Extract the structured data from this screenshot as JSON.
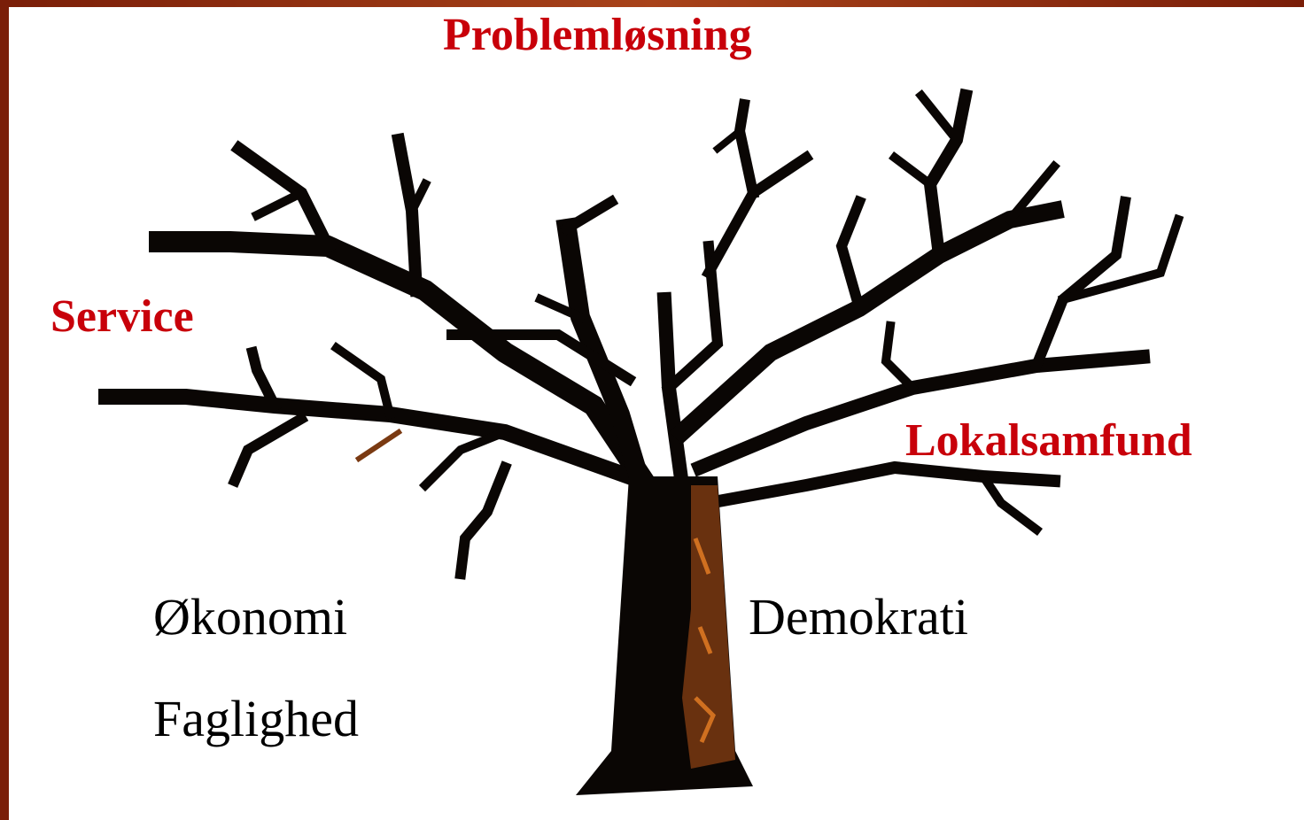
{
  "labels": {
    "top": "Problemløsning",
    "left_red": "Service",
    "right_red": "Lokalsamfund",
    "left_1": "Økonomi",
    "left_2": "Faglighed",
    "right_1": "Demokrati"
  },
  "colors": {
    "frame": "#8a2a0a",
    "background": "#ffffff",
    "red_label": "#c8000a",
    "tree": "#0a0604",
    "bark": "#7a3a12"
  }
}
